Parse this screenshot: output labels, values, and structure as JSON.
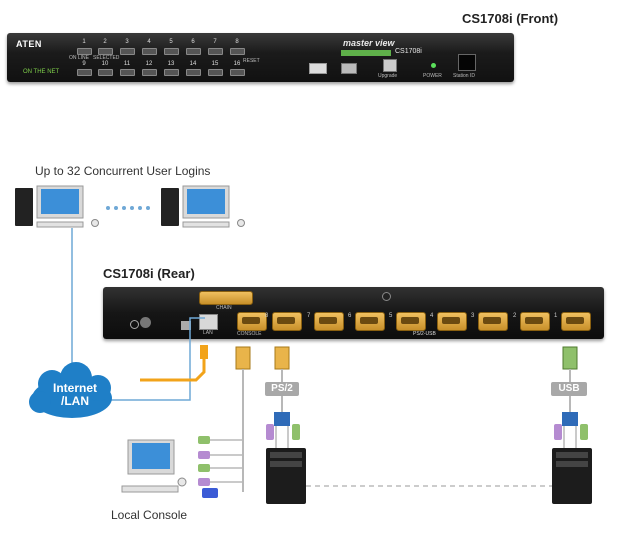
{
  "front_title": "CS1708i (Front)",
  "rear_title": "CS1708i (Rear)",
  "logins_caption": "Up to 32 Concurrent User Logins",
  "cloud_label_1": "Internet",
  "cloud_label_2": "/LAN",
  "ps2_label": "PS/2",
  "usb_label": "USB",
  "local_console_caption": "Local Console",
  "front_panel": {
    "brand": "ATEN",
    "model_text": "CS1708i",
    "series_text": "master view",
    "tagline": "ON THE NET",
    "top_buttons": [
      "1",
      "2",
      "3",
      "4",
      "5",
      "6",
      "7",
      "8"
    ],
    "bottom_buttons": [
      "9",
      "10",
      "11",
      "12",
      "13",
      "14",
      "15",
      "16"
    ],
    "labels": {
      "online": "ON LINE",
      "selected": "SELECTED",
      "reset": "RESET",
      "upgrade": "Upgrade",
      "power": "POWER",
      "station_id": "Station ID"
    }
  },
  "rear_panel": {
    "lan_label": "LAN",
    "console_label": "CONSOLE",
    "chain_label": "CHAIN",
    "ps2usb_label": "PS/2-USB",
    "ports": [
      "8",
      "7",
      "6",
      "5",
      "4",
      "3",
      "2",
      "1"
    ]
  },
  "colors": {
    "cloud": "#1f7fc7",
    "cable_orange": "#f2a31a",
    "line_blue": "#6fa8d6",
    "badge_gray": "#a8a8a8"
  }
}
